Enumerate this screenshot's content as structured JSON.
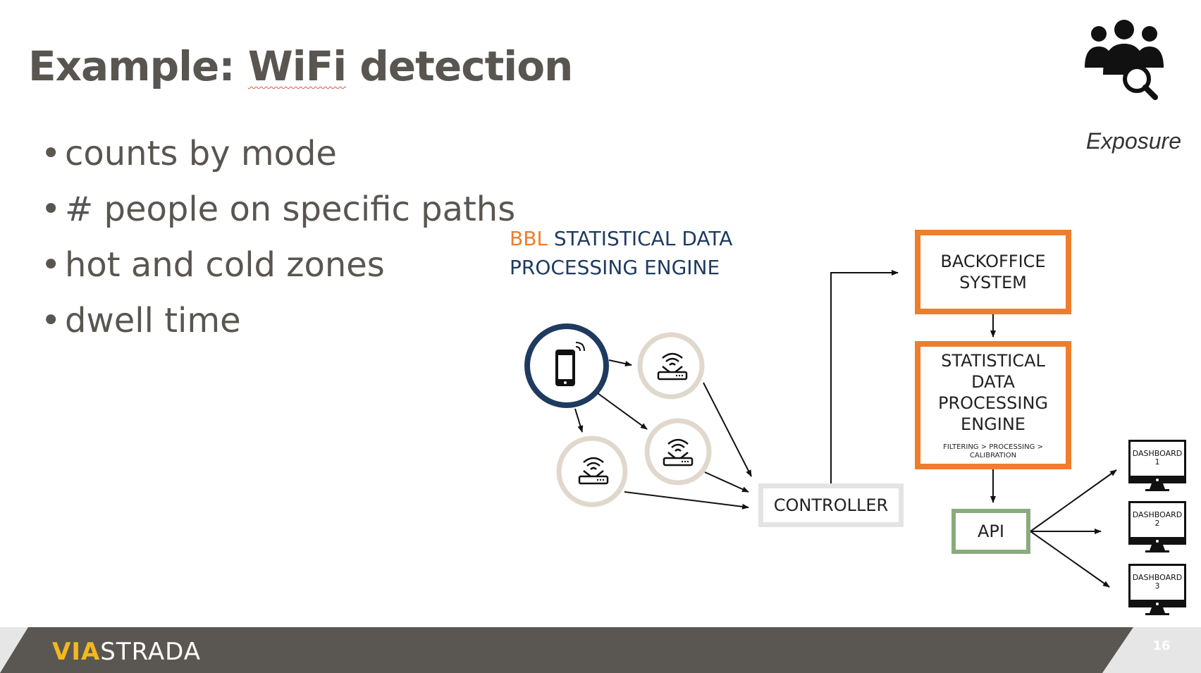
{
  "slide": {
    "title_prefix": "Example: ",
    "title_wifi": "WiFi",
    "title_suffix": " detection",
    "bullets": [
      "counts by mode",
      "# people on specific paths",
      "hot and cold zones",
      "dwell time"
    ],
    "bullet_glyph": "•",
    "exposure_label": "Exposure"
  },
  "diagram": {
    "engine_title_bbl": "BBL",
    "engine_title_line1": " STATISTICAL DATA",
    "engine_title_line2": "PROCESSING ENGINE",
    "backoffice_line1": "BACKOFFICE",
    "backoffice_line2": "SYSTEM",
    "stat_lines": [
      "STATISTICAL",
      "DATA",
      "PROCESSING",
      "ENGINE"
    ],
    "stat_sub": "FILTERING > PROCESSING > CALIBRATION",
    "controller": "CONTROLLER",
    "api": "API",
    "dashboards": [
      {
        "label": "DASHBOARD",
        "num": "1"
      },
      {
        "label": "DASHBOARD",
        "num": "2"
      },
      {
        "label": "DASHBOARD",
        "num": "3"
      }
    ],
    "colors": {
      "orange": "#ee7d2c",
      "navy": "#1f3a5f",
      "beige": "#e0d8cc",
      "green": "#8aab7e"
    }
  },
  "footer": {
    "logo_via": "VIA",
    "logo_strada": "STRADA",
    "page_number": "16"
  }
}
